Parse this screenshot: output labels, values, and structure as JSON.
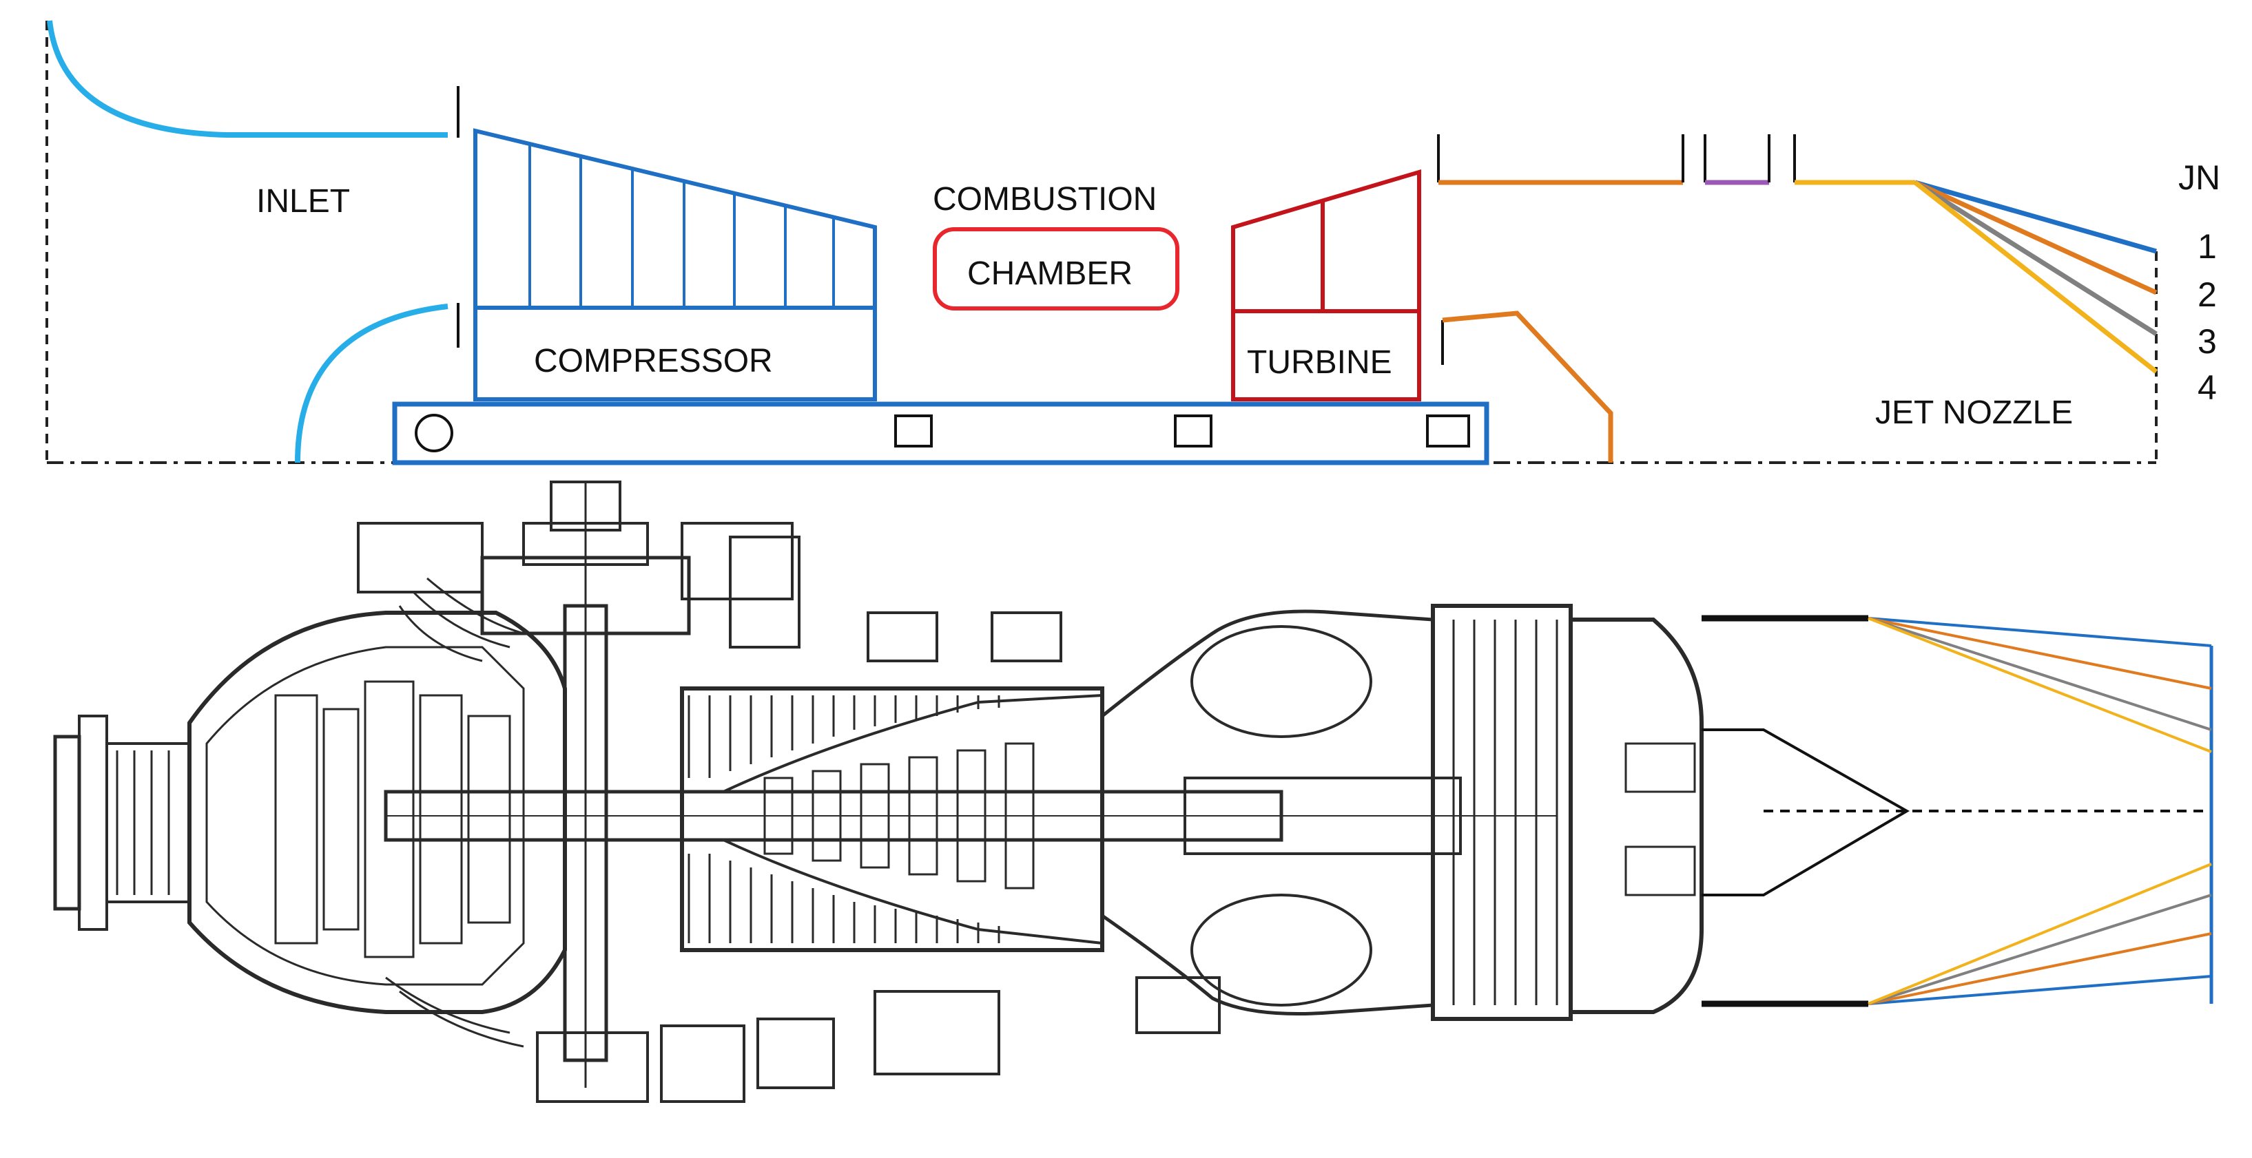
{
  "schematic": {
    "labels": {
      "inlet": "INLET",
      "combustion": "COMBUSTION",
      "chamber": "CHAMBER",
      "compressor": "COMPRESSOR",
      "turbine": "TURBINE",
      "jet_nozzle": "JET NOZZLE",
      "jn": "JN",
      "jn_1": "1",
      "jn_2": "2",
      "jn_3": "3",
      "jn_4": "4"
    },
    "colors": {
      "inlet": "#27aee8",
      "compressor": "#1f6fc4",
      "combustion": "#e8262e",
      "turbine": "#c2141a",
      "duct_a": "#e07a1f",
      "duct_b": "#9b59b6",
      "duct_c": "#f2b21b",
      "nozzle_1": "#1f6fc4",
      "nozzle_2": "#e07a1f",
      "nozzle_3": "#808080",
      "nozzle_4": "#f2b21b"
    }
  },
  "cross_section": {
    "style": "grayscale engineering line drawing of a turboshaft engine cutaway"
  }
}
